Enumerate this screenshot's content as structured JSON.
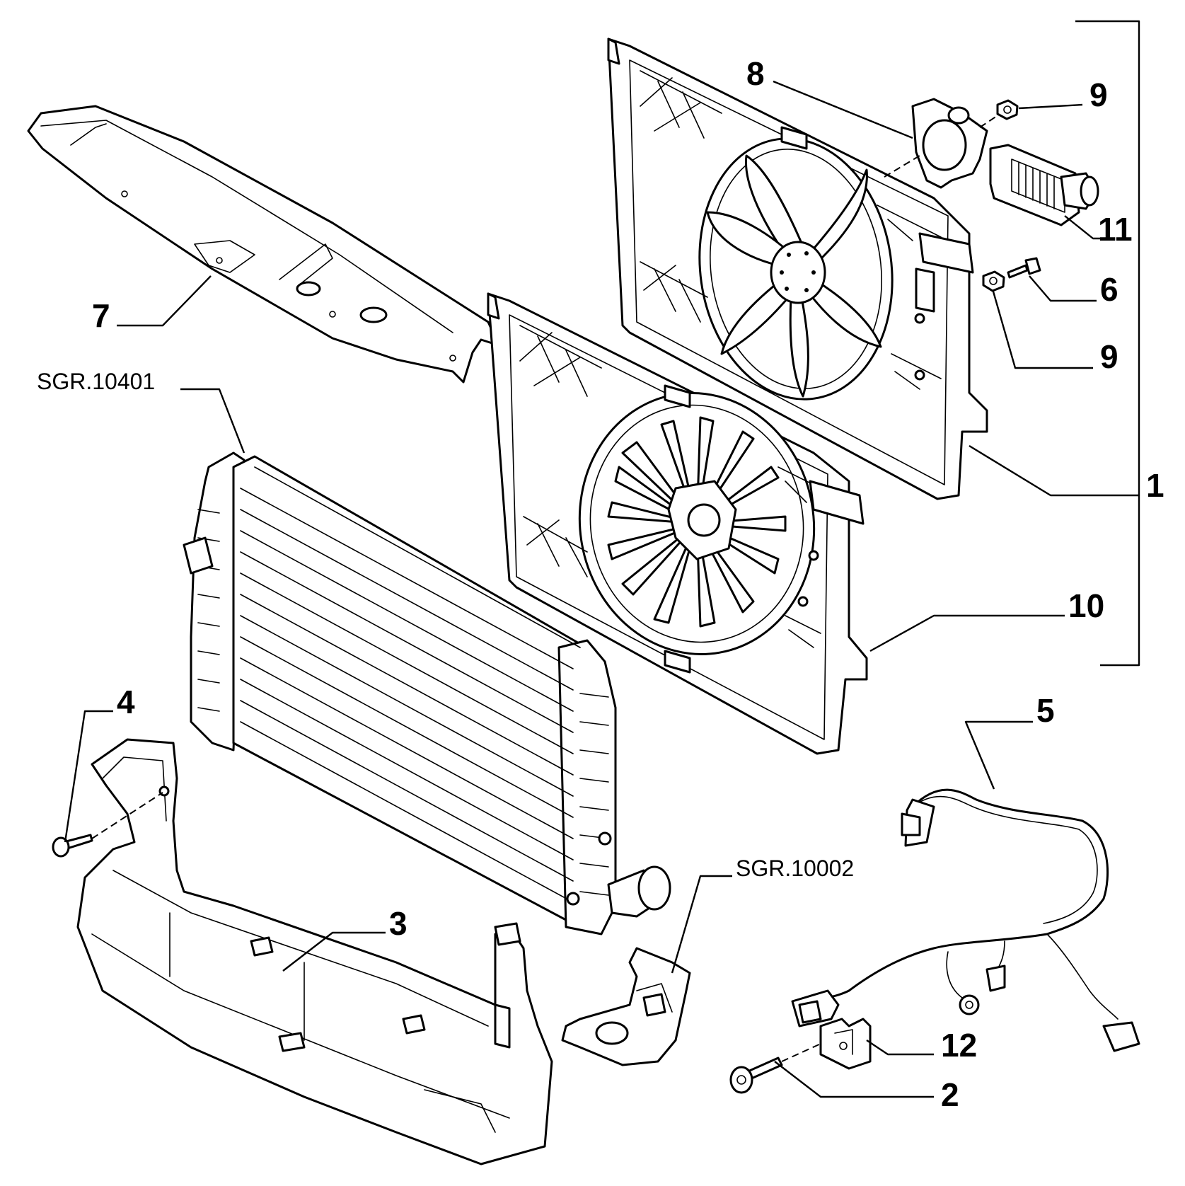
{
  "callouts": {
    "c1": "1",
    "c2": "2",
    "c3": "3",
    "c4": "4",
    "c5": "5",
    "c6": "6",
    "c7": "7",
    "c8": "8",
    "c9a": "9",
    "c9b": "9",
    "c10": "10",
    "c11": "11",
    "c12": "12"
  },
  "references": {
    "radiator_group": "SGR.10401",
    "bracket_group": "SGR.10002"
  }
}
